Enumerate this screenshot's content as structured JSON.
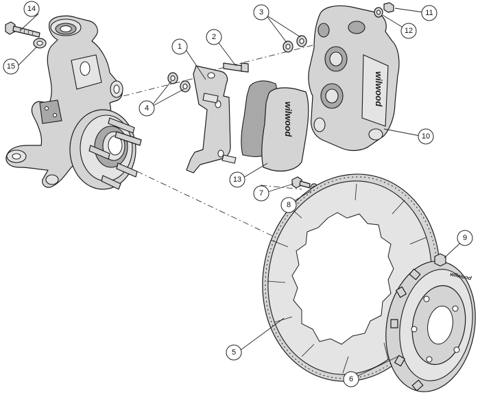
{
  "callouts": {
    "c1": "1",
    "c2": "2",
    "c3": "3",
    "c4": "4",
    "c5": "5",
    "c6": "6",
    "c7": "7",
    "c8": "8",
    "c9": "9",
    "c10": "10",
    "c11": "11",
    "c12": "12",
    "c13": "13",
    "c14": "14",
    "c15": "15"
  },
  "brand": {
    "caliper": "wilwood",
    "pad": "wilwood",
    "hat": "wilwood"
  },
  "colors": {
    "part_fill": "#d4d4d4",
    "outline": "#1a1a1a",
    "background": "#ffffff"
  }
}
